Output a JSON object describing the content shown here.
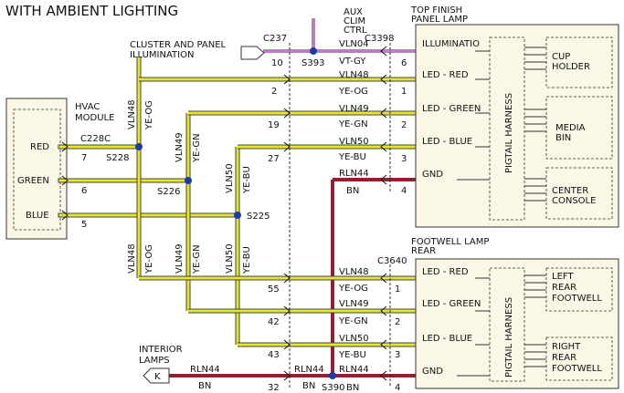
{
  "title": "WITH AMBIENT LIGHTING",
  "aux": {
    "l1": "AUX",
    "l2": "CLIM",
    "l3": "CTRL"
  },
  "cluster": {
    "l1": "CLUSTER AND PANEL",
    "l2": "ILLUMINATION"
  },
  "hvac": {
    "l1": "HVAC",
    "l2": "MODULE",
    "connector": "C228C",
    "pins": [
      {
        "label": "RED",
        "num": "7"
      },
      {
        "label": "GREEN",
        "num": "6"
      },
      {
        "label": "BLUE",
        "num": "5"
      }
    ]
  },
  "splices": {
    "s228": "S228",
    "s226": "S226",
    "s225": "S225",
    "s393": "S393",
    "s390": "S390"
  },
  "connectors": {
    "c237": "C237",
    "c3398": "C3398",
    "c3640": "C3640"
  },
  "vertical_wires": [
    {
      "circuit": "VLN48",
      "color": "YE-OG"
    },
    {
      "circuit": "VLN49",
      "color": "YE-GN"
    },
    {
      "circuit": "VLN50",
      "color": "YE-BU"
    }
  ],
  "top_lamp": {
    "title1": "TOP FINISH",
    "title2": "PANEL LAMP",
    "harness": "PIGTAIL HARNESS",
    "rows": [
      {
        "left_pin": "10",
        "circuit": "VLN04",
        "color": "VT-GY",
        "pin": "6",
        "label": "ILLUMINATIO"
      },
      {
        "left_pin": "2",
        "circuit": "VLN48",
        "color": "YE-OG",
        "pin": "1",
        "label": "LED - RED"
      },
      {
        "left_pin": "19",
        "circuit": "VLN49",
        "color": "YE-GN",
        "pin": "2",
        "label": "LED - GREEN"
      },
      {
        "left_pin": "27",
        "circuit": "VLN50",
        "color": "YE-BU",
        "pin": "3",
        "label": "LED - BLUE"
      },
      {
        "left_pin": "",
        "circuit": "RLN44",
        "color": "BN",
        "pin": "4",
        "label": "GND"
      }
    ],
    "subs": [
      {
        "l1": "CUP",
        "l2": "HOLDER"
      },
      {
        "l1": "MEDIA",
        "l2": "BIN"
      },
      {
        "l1": "CENTER",
        "l2": "CONSOLE"
      }
    ]
  },
  "foot_lamp": {
    "title1": "FOOTWELL LAMP",
    "title2": "REAR",
    "harness": "PIGTAIL HARNESS",
    "rows": [
      {
        "left_pin": "55",
        "circuit": "VLN48",
        "color": "YE-OG",
        "pin": "1",
        "label": "LED - RED"
      },
      {
        "left_pin": "42",
        "circuit": "VLN49",
        "color": "YE-GN",
        "pin": "2",
        "label": "LED - GREEN"
      },
      {
        "left_pin": "43",
        "circuit": "VLN50",
        "color": "YE-BU",
        "pin": "3",
        "label": "LED - BLUE"
      },
      {
        "left_pin": "32",
        "circuit": "RLN44",
        "color": "BN",
        "pin": "4",
        "label": "GND"
      }
    ],
    "subs": [
      {
        "l1": "LEFT",
        "l2": "REAR",
        "l3": "FOOTWELL"
      },
      {
        "l1": "RIGHT",
        "l2": "REAR",
        "l3": "FOOTWELL"
      }
    ]
  },
  "interior": {
    "l1": "INTERIOR",
    "l2": "LAMPS",
    "arrow": "K",
    "circuit": "RLN44",
    "color": "BN",
    "circuit2": "RLN44",
    "color2": "BN"
  },
  "colors": {
    "yellow": "#e6e62a",
    "violet": "#b77fbf",
    "brown": "#8b2232",
    "panel": "#fbf7e6",
    "dashed": "#333333"
  }
}
